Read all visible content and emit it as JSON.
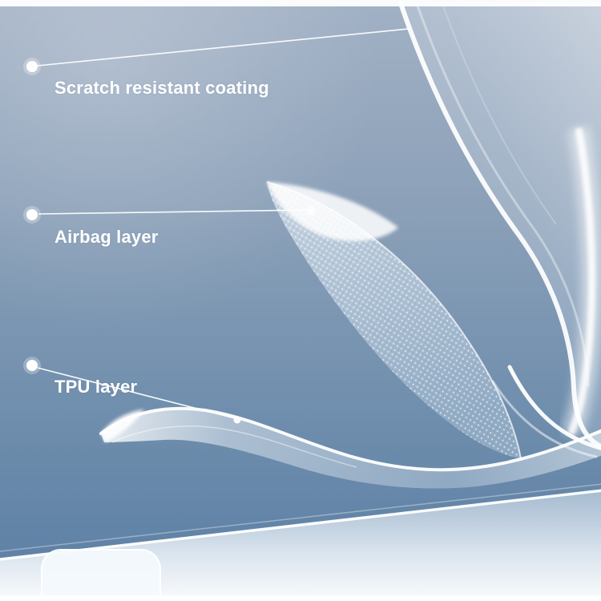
{
  "image_type": "product-feature-layers-diagram",
  "callouts": [
    {
      "label": "Scratch resistant coating"
    },
    {
      "label": "Airbag layer"
    },
    {
      "label": "TPU layer"
    }
  ],
  "colors": {
    "background_top": "#9fafc3",
    "background_bottom": "#587ca2",
    "label_text": "#ffffff",
    "leader_line": "#ffffff",
    "layer_highlight": "#ffffff"
  }
}
